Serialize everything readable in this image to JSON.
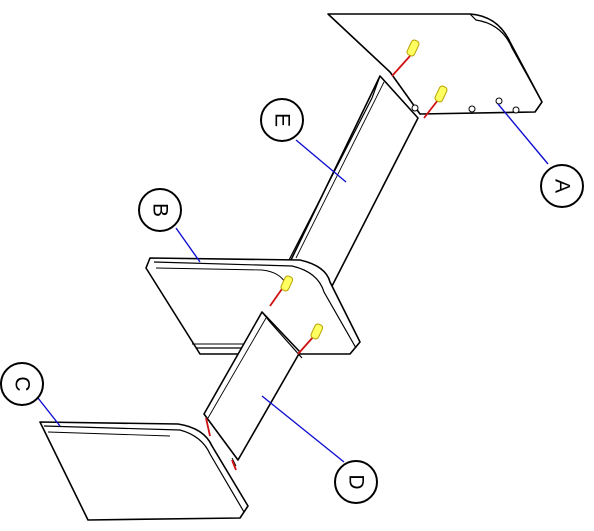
{
  "callouts": [
    {
      "key": "A",
      "label": "A"
    },
    {
      "key": "B",
      "label": "B"
    },
    {
      "key": "C",
      "label": "C"
    },
    {
      "key": "D",
      "label": "D"
    },
    {
      "key": "E",
      "label": "E"
    }
  ],
  "colors": {
    "leader": "#1010d0",
    "dowel": "#d01010",
    "cam_fitting": "#ffff60",
    "outline": "#000000"
  }
}
